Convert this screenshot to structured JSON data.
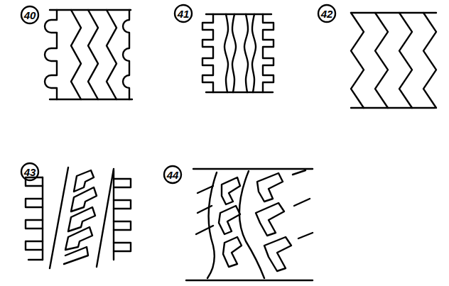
{
  "diagram": {
    "labels": [
      "40",
      "41",
      "42",
      "43",
      "44"
    ]
  }
}
